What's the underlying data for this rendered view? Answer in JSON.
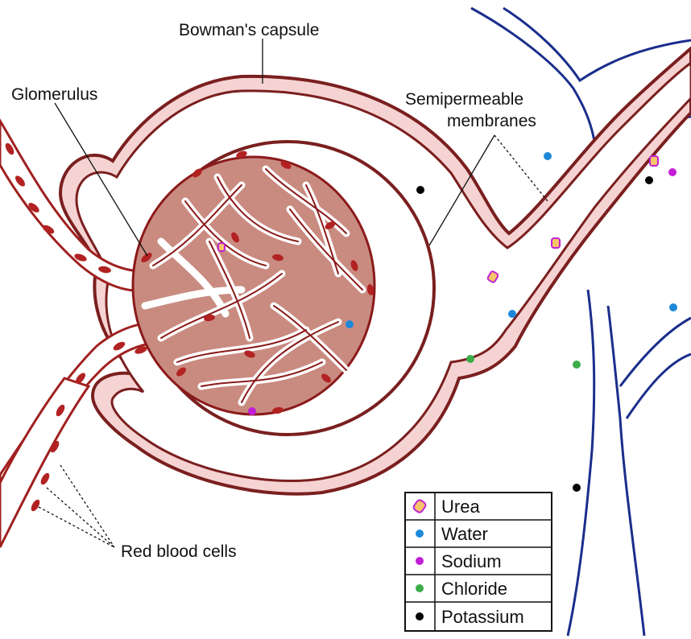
{
  "labels": {
    "bowmans_capsule": "Bowman's capsule",
    "glomerulus": "Glomerulus",
    "semipermeable_line1": "Semipermeable",
    "semipermeable_line2": "membranes",
    "red_blood_cells": "Red blood cells"
  },
  "legend": [
    {
      "label": "Urea",
      "icon": "urea-icon"
    },
    {
      "label": "Water",
      "icon": "water-dot-icon",
      "color": "#1e88d8"
    },
    {
      "label": "Sodium",
      "icon": "sodium-dot-icon",
      "color": "#c21fd6"
    },
    {
      "label": "Chloride",
      "icon": "chloride-dot-icon",
      "color": "#3cad49"
    },
    {
      "label": "Potassium",
      "icon": "potassium-dot-icon",
      "color": "#000000"
    }
  ],
  "colors": {
    "capsule_fill": "#f2c6c6",
    "capsule_stroke": "#7a1f1f",
    "vessel_dark": "#b22222",
    "tubule_fill": "#ffffff",
    "vein_blue": "#1a2e8c",
    "glomerulus_fill": "#c98b80"
  }
}
